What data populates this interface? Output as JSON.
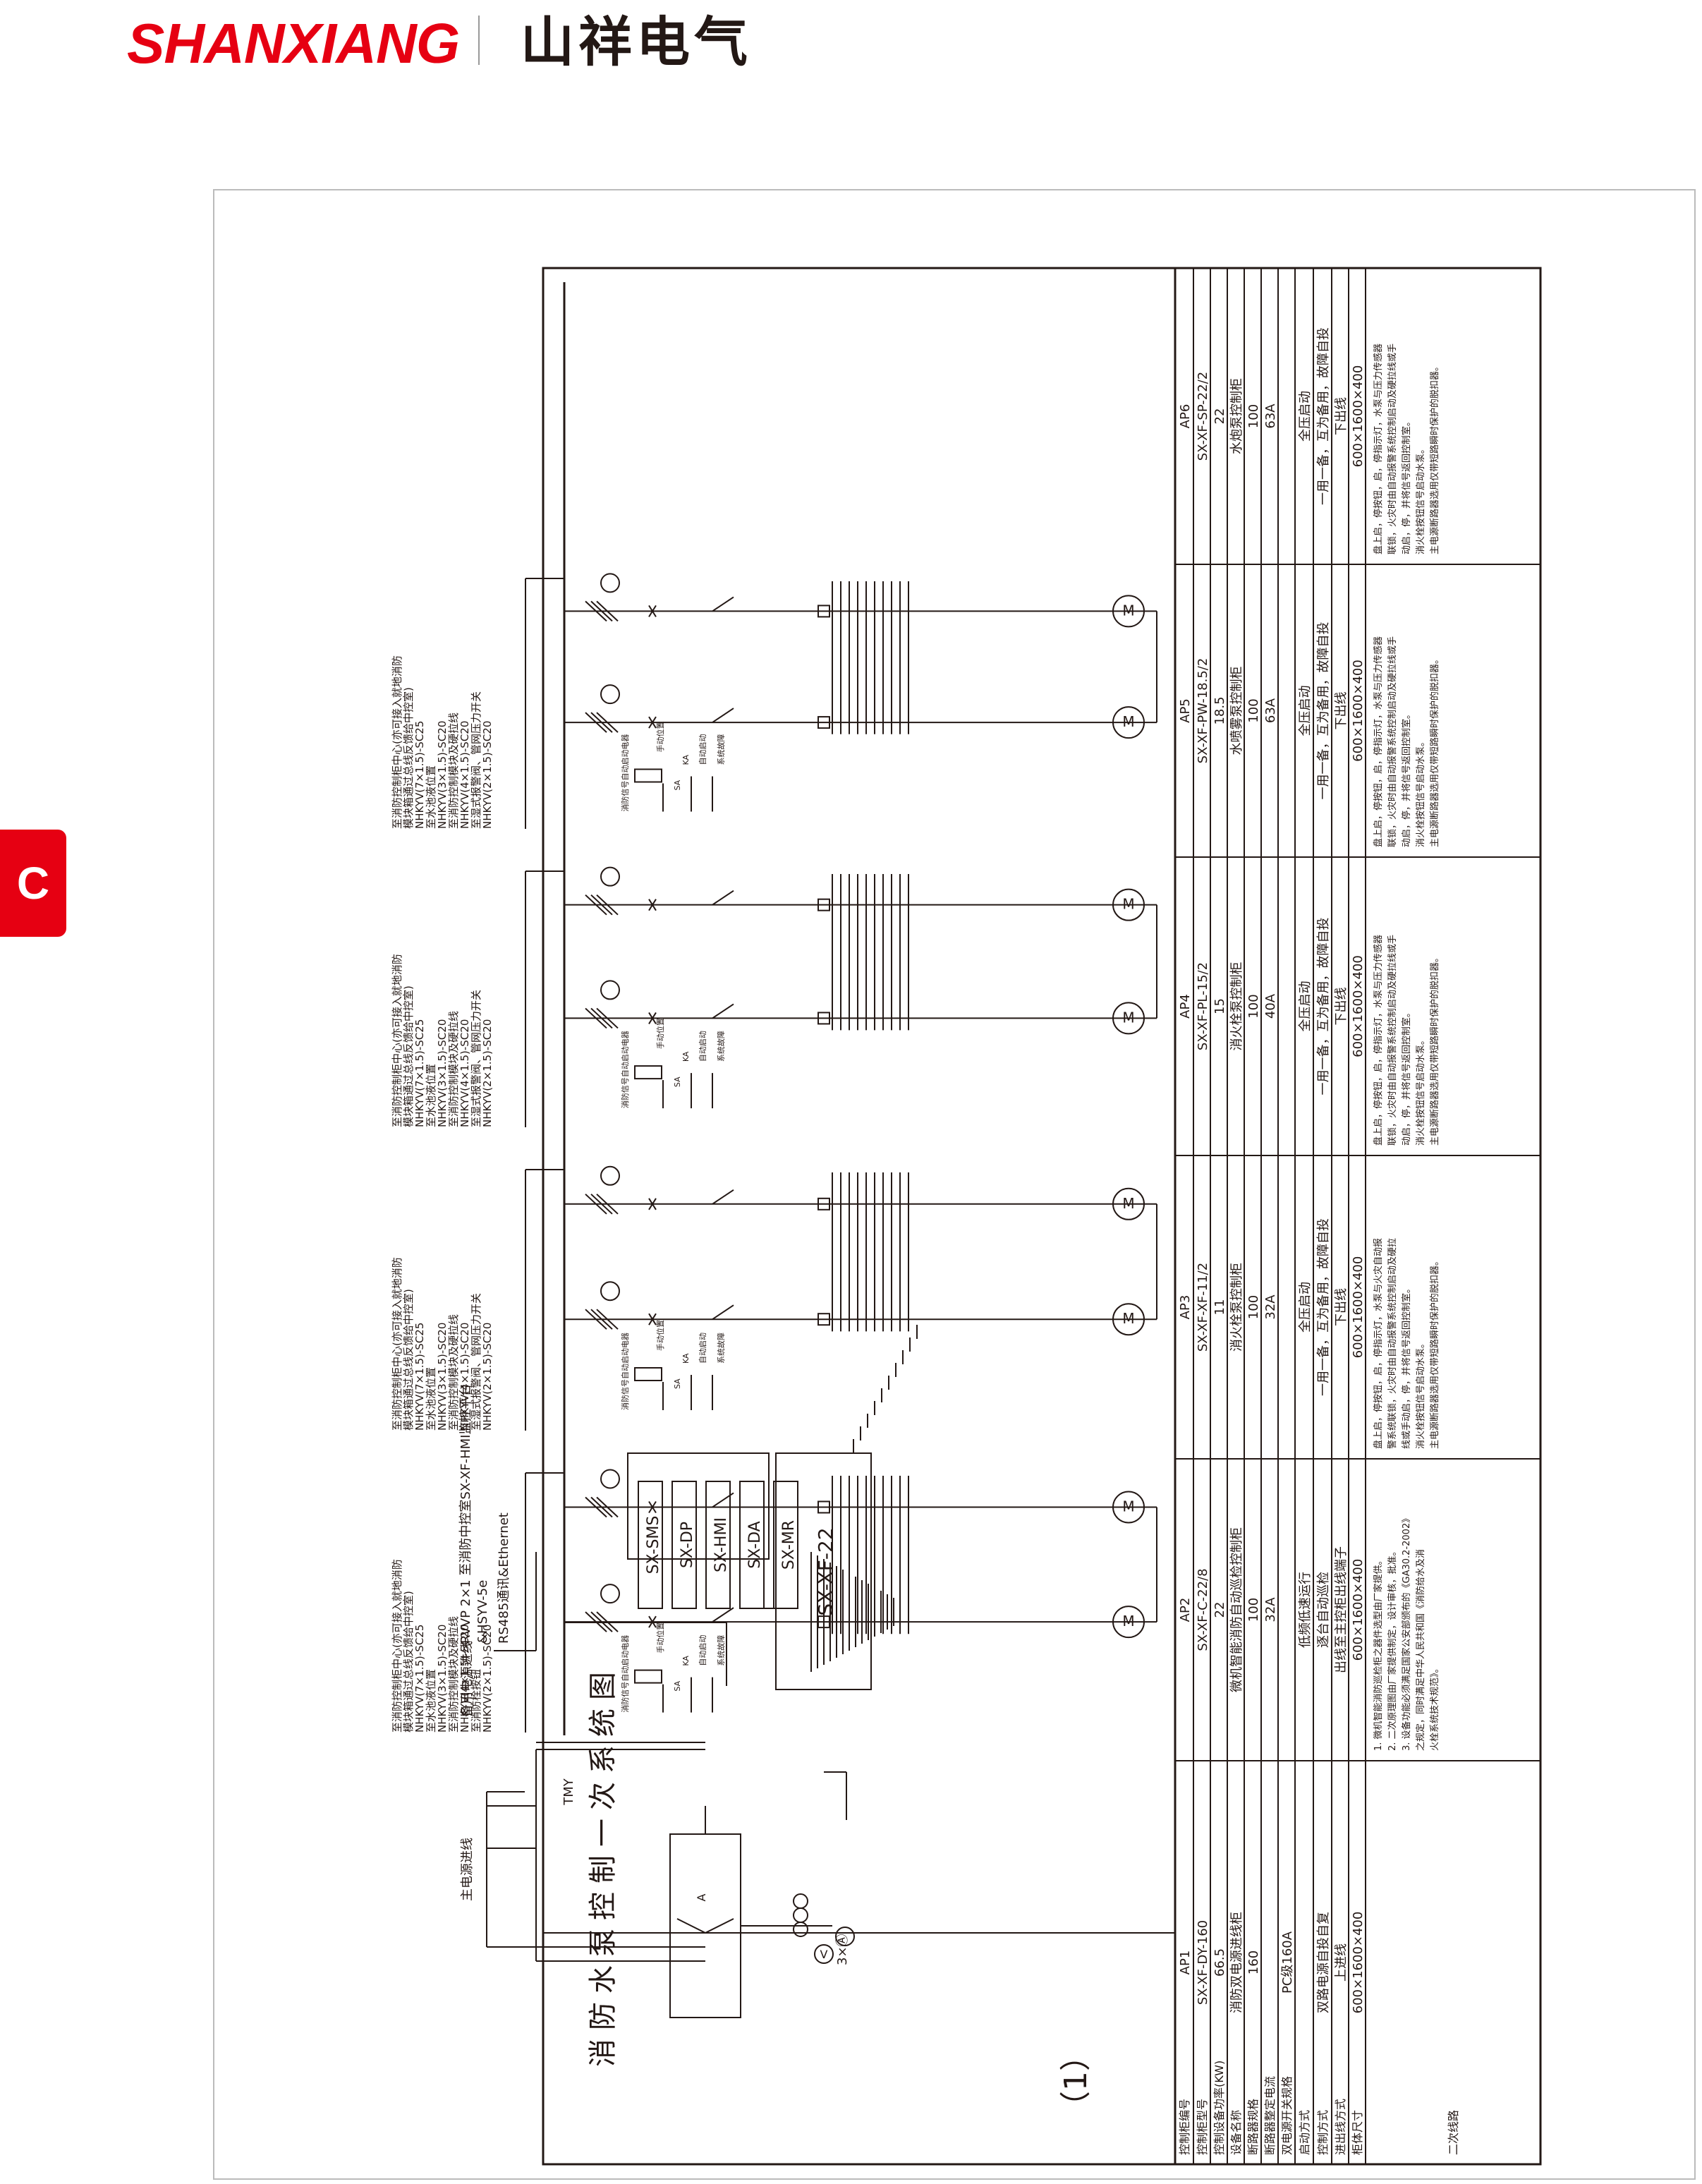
{
  "header": {
    "brand_en": "SHANXIANG",
    "brand_cn": "山祥电气"
  },
  "section_tab": "C",
  "drawing": {
    "title_chars": [
      "消",
      "防",
      "水",
      "泵",
      "控",
      "制",
      "一",
      "次",
      "系",
      "统",
      "图"
    ],
    "title_suffix": "（1）",
    "row_labels": [
      "控制柜编号",
      "控制柜型号",
      "控制设备功率(KW)",
      "设备名称",
      "断路器规格",
      "断路器整定电流",
      "双电源开关规格",
      "启动方式",
      "控制方式",
      "进出线方式",
      "柜体尺寸",
      "二次线路"
    ],
    "inputs": {
      "main": "主电源进线",
      "backup": "备用电源进线",
      "busbar": "TMY",
      "meter_label": "3×Ⓐ"
    },
    "comm": {
      "line1": "RVVP 2×1  至消防中控室SX-XF-HMI监控平台",
      "line2": "&HSYV-5e",
      "line3": "RS485通讯&Ethernet"
    },
    "modules": [
      "SX-SMS",
      "SX-DP",
      "SX-HMI",
      "SX-DA",
      "SX-MR"
    ],
    "controller": "SX-XF-22",
    "control_circuit": {
      "signal": "消防信号自动启动电器",
      "ka": "KA",
      "sa": "SA",
      "manual_auto": "手动位置",
      "auto_start": "自动启动",
      "fault": "系统故障"
    },
    "cable_notes": [
      [
        "至消防控制柜中心(亦可接入就地消防",
        "模块箱通过总线反馈给中控室)",
        "NHKYV(7×1.5)-SC25",
        "至水池液位置",
        "NHKYV(3×1.5)-SC20",
        "至消防控制模块及硬拉线",
        "NHKYV(4×1.5)-SC20",
        "至消防栓按钮",
        "NHKYV(2×1.5)-SC20"
      ],
      [
        "至消防控制柜中心(亦可接入就地消防",
        "模块箱通过总线反馈给中控室)",
        "NHKYV(7×1.5)-SC25",
        "至水池液位置",
        "NHKYV(3×1.5)-SC20",
        "至消防控制模块及硬拉线",
        "NHKYV(4×1.5)-SC20",
        "至湿式报警阀、管网压力开关",
        "NHKYV(2×1.5)-SC20"
      ],
      [
        "至消防控制柜中心(亦可接入就地消防",
        "模块箱通过总线反馈给中控室)",
        "NHKYV(7×1.5)-SC25",
        "至水池液位置",
        "NHKYV(3×1.5)-SC20",
        "至消防控制模块及硬拉线",
        "NHKYV(4×1.5)-SC20",
        "至湿式报警阀、管网压力开关",
        "NHKYV(2×1.5)-SC20"
      ],
      [
        "至消防控制柜中心(亦可接入就地消防",
        "模块箱通过总线反馈给中控室)",
        "NHKYV(7×1.5)-SC25",
        "至水池液位置",
        "NHKYV(3×1.5)-SC20",
        "至消防控制模块及硬拉线",
        "NHKYV(4×1.5)-SC20",
        "至湿式报警阀、管网压力开关",
        "NHKYV(2×1.5)-SC20"
      ]
    ],
    "cabinets": [
      {
        "id": "AP1",
        "model": "SX-XF-DY-160",
        "power": "66.5",
        "name": "消防双电源进线柜",
        "breaker": "160",
        "setting": "",
        "ats": "PC级160A",
        "start": "",
        "control": "双路电源自投自复",
        "wiring": "上进线",
        "size": "600×1600×400",
        "secondary": []
      },
      {
        "id": "AP2",
        "model": "SX-XF-C-22/8",
        "power": "22",
        "name": "微机智能消防自动巡检控制柜",
        "breaker": "100",
        "setting": "32A",
        "ats": "",
        "start": "低频低速运行",
        "control": "逐台自动巡检",
        "wiring": "出线至主控柜出线端子",
        "size": "600×1600×400",
        "secondary": [
          "1. 微机智能消防巡检柜之器件选型由厂家提供。",
          "2. 二次原理图由厂家提供制定，设计审核，批准。",
          "3. 设备功能必须满足国家公安部颁布的《GA30.2-2002》",
          "之规定，同时满足中华人民共和国《消防给水及消",
          "火栓系统技术规范》。"
        ]
      },
      {
        "id": "AP3",
        "model": "SX-XF-XF-11/2",
        "power": "11",
        "name": "消火栓泵控制柜",
        "breaker": "100",
        "setting": "32A",
        "ats": "",
        "start": "全压启动",
        "control": "一用一备，互为备用，故障自投",
        "wiring": "下出线",
        "size": "600×1600×400",
        "secondary": [
          "盘上启，停按钮，启，停指示灯，水泵与火灾自动报",
          "警系统联锁，火灾时由自动报警系统控制启动及硬拉",
          "线或手动启，停，并将信号返回控制室。",
          "消火栓按钮信号启动水泵。",
          "主电源断路器选用仅带短路瞬时保护的脱扣器。"
        ]
      },
      {
        "id": "AP4",
        "model": "SX-XF-PL-15/2",
        "power": "15",
        "name": "消火栓泵控制柜",
        "breaker": "100",
        "setting": "40A",
        "ats": "",
        "start": "全压启动",
        "control": "一用一备，互为备用，故障自投",
        "wiring": "下出线",
        "size": "600×1600×400",
        "secondary": [
          "盘上启，停按钮，启，停指示灯，水泵与压力传感器",
          "联锁，火灾时由自动报警系统控制启动及硬拉线或手",
          "动启，停，并将信号返回控制室。",
          "消火栓按钮信号启动水泵。",
          "主电源断路器选用仅带短路瞬时保护的脱扣器。"
        ]
      },
      {
        "id": "AP5",
        "model": "SX-XF-PW-18.5/2",
        "power": "18.5",
        "name": "水喷雾泵控制柜",
        "breaker": "100",
        "setting": "63A",
        "ats": "",
        "start": "全压启动",
        "control": "一用一备，互为备用，故障自投",
        "wiring": "下出线",
        "size": "600×1600×400",
        "secondary": [
          "盘上启，停按钮，启，停指示灯，水泵与压力传感器",
          "联锁，火灾时由自动报警系统控制启动及硬拉线或手",
          "动启，停，并将信号返回控制室。",
          "消火栓按钮信号启动水泵。",
          "主电源断路器选用仅带短路瞬时保护的脱扣器。"
        ]
      },
      {
        "id": "AP6",
        "model": "SX-XF-SP-22/2",
        "power": "22",
        "name": "水炮泵控制柜",
        "breaker": "100",
        "setting": "63A",
        "ats": "",
        "start": "全压启动",
        "control": "一用一备，互为备用，故障自投",
        "wiring": "下出线",
        "size": "600×1600×400",
        "secondary": [
          "盘上启，停按钮，启，停指示灯，水泵与压力传感器",
          "联锁，火灾时由自动报警系统控制启动及硬拉线或手",
          "动启，停，并将信号返回控制室。",
          "消火栓按钮信号启动水泵。",
          "主电源断路器选用仅带短路瞬时保护的脱扣器。"
        ]
      }
    ]
  }
}
